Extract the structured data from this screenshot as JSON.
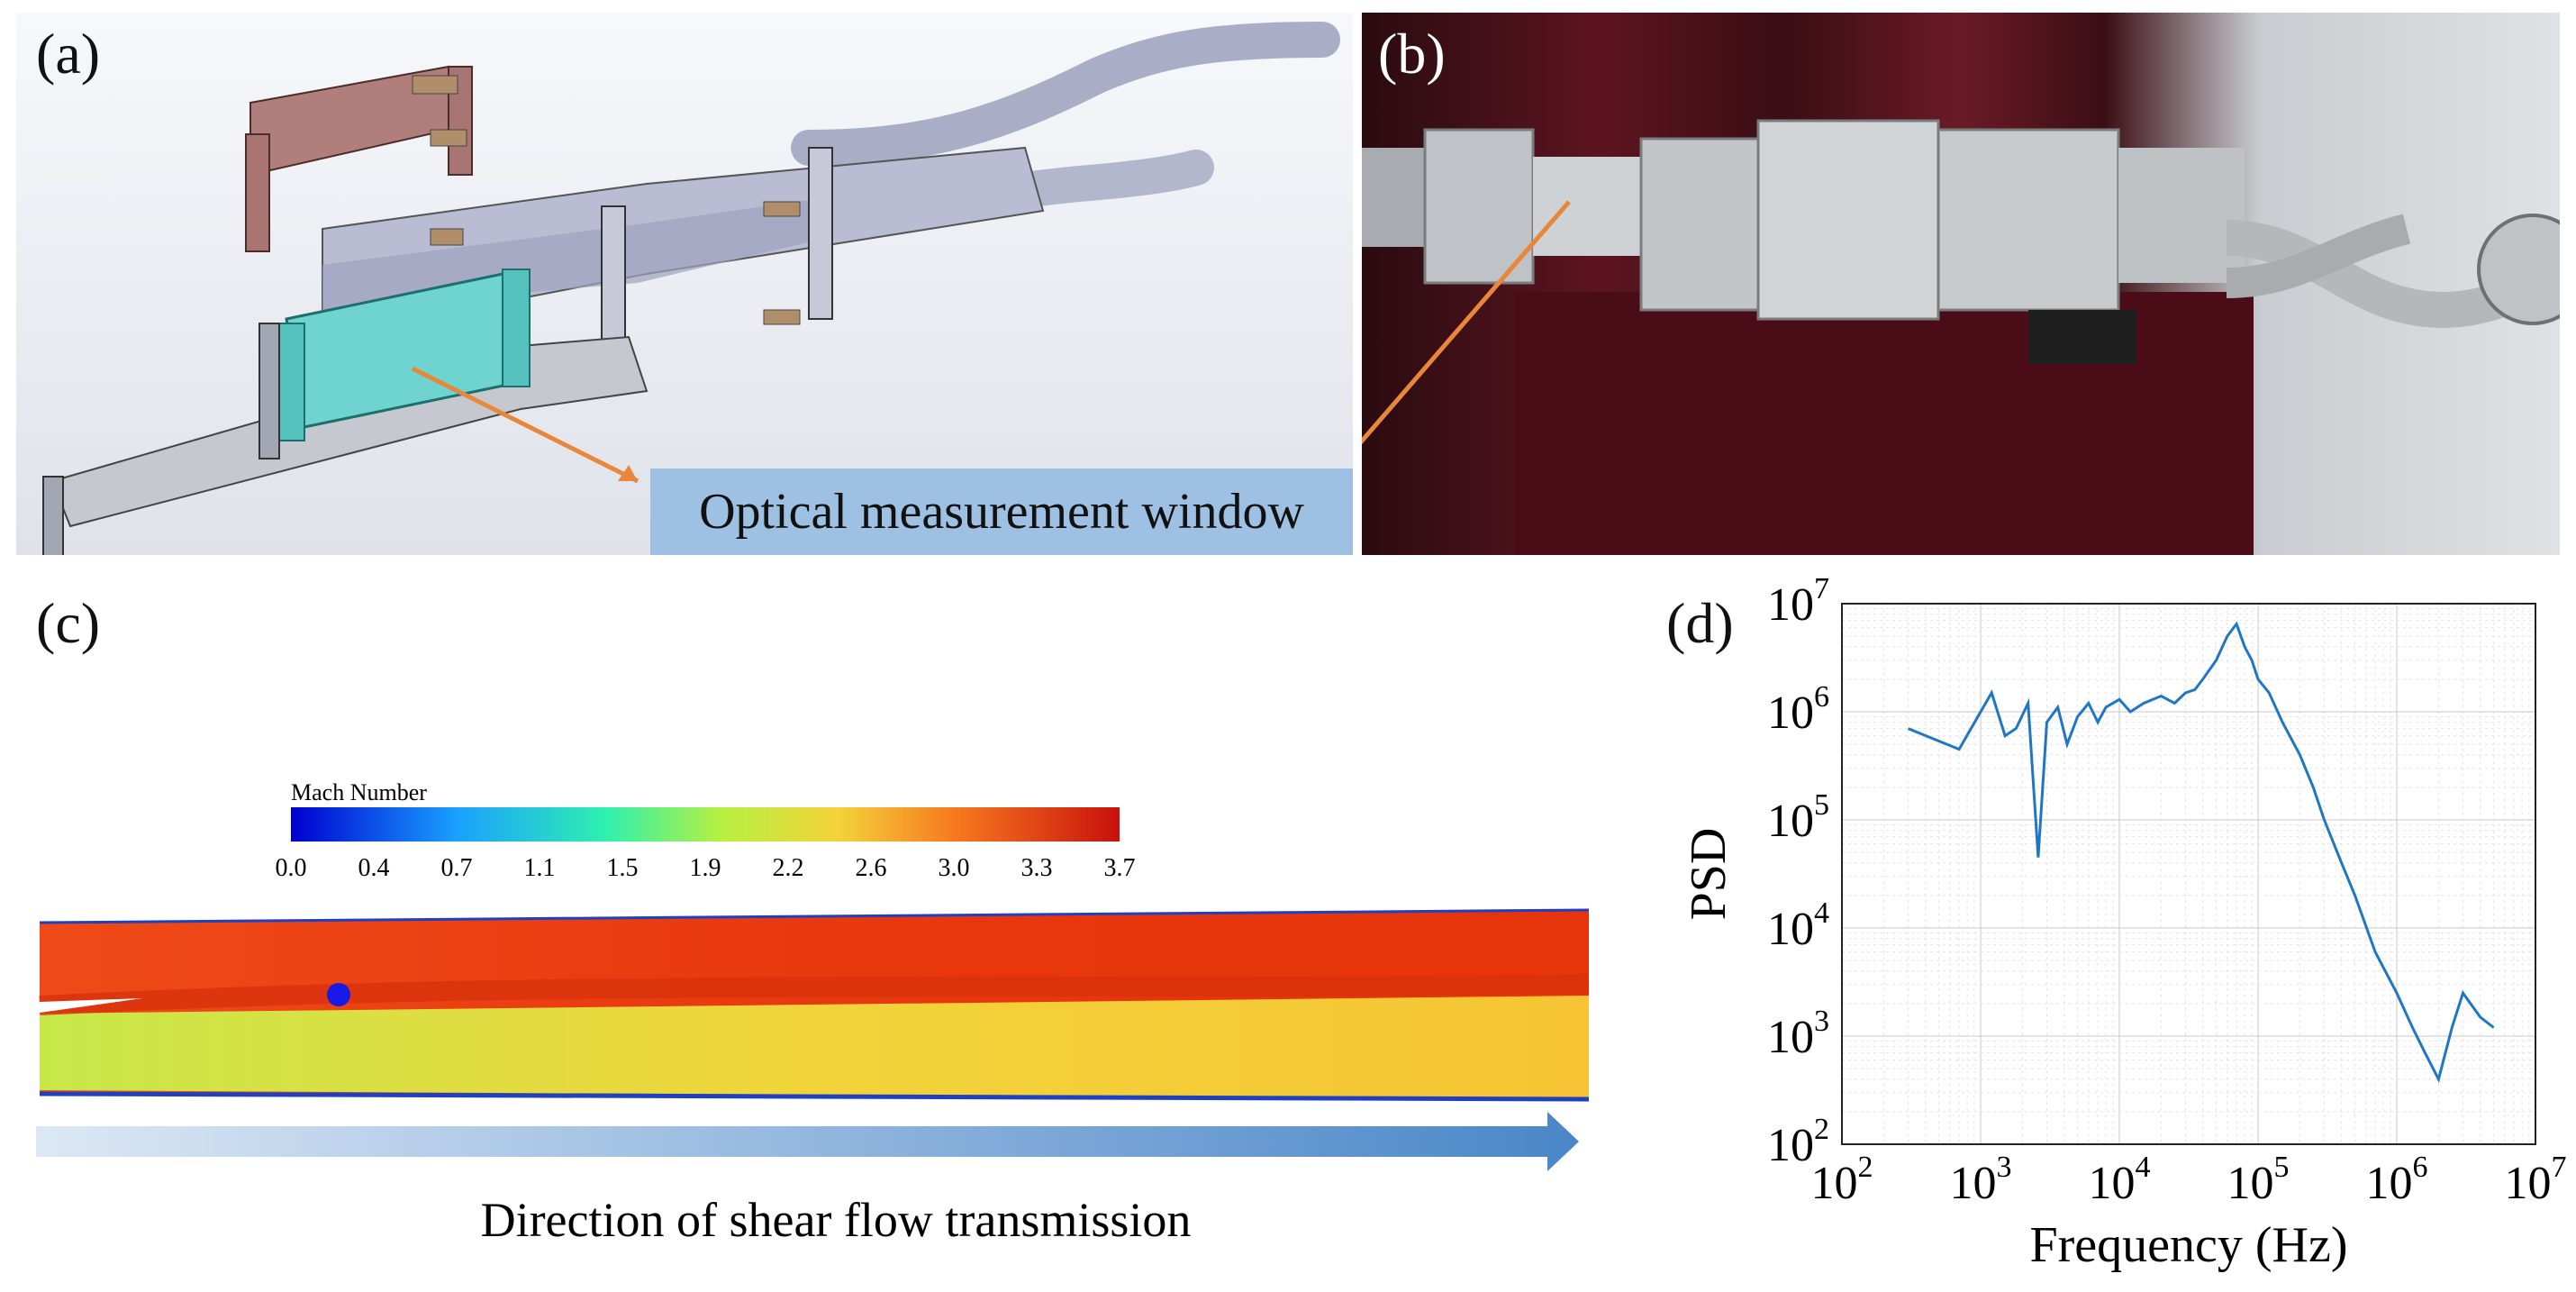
{
  "panels": {
    "a": {
      "label": "(a)"
    },
    "b": {
      "label": "(b)"
    },
    "c": {
      "label": "(c)"
    },
    "d": {
      "label": "(d)"
    }
  },
  "annotation": {
    "optical_window": "Optical measurement window",
    "arrow_color": "#e8863a",
    "box_color": "#9ec1e3"
  },
  "mach": {
    "title": "Mach Number",
    "ticks": [
      "0.0",
      "0.4",
      "0.7",
      "1.1",
      "1.5",
      "1.9",
      "2.2",
      "2.6",
      "3.0",
      "3.3",
      "3.7"
    ],
    "probe_color": "#1a1ae6"
  },
  "flow": {
    "caption": "Direction of shear flow transmission"
  },
  "chart_data": {
    "type": "line",
    "xlabel": "Frequency (Hz)",
    "ylabel": "PSD",
    "xscale": "log",
    "yscale": "log",
    "xlim": [
      100,
      10000000
    ],
    "ylim": [
      100,
      10000000
    ],
    "x_ticks": [
      "10",
      "10",
      "10",
      "10",
      "10",
      "10"
    ],
    "x_tick_exp": [
      "2",
      "3",
      "4",
      "5",
      "6",
      "7"
    ],
    "y_ticks": [
      "10",
      "10",
      "10",
      "10",
      "10",
      "10"
    ],
    "y_tick_exp": [
      "2",
      "3",
      "4",
      "5",
      "6",
      "7"
    ],
    "grid": true,
    "color": "#1f77c4",
    "series": [
      {
        "x": [
          300,
          700,
          1200,
          1500,
          1800,
          2200,
          2600,
          3000,
          3600,
          4200,
          5000,
          6000,
          7000,
          8000,
          10000,
          12000,
          15000,
          20000,
          25000,
          30000,
          35000,
          40000,
          50000,
          60000,
          70000,
          80000,
          90000,
          100000,
          120000,
          150000,
          200000,
          250000,
          300000,
          400000,
          500000,
          700000,
          1000000,
          1300000,
          1600000,
          2000000,
          2500000,
          3000000,
          4000000,
          5000000
        ],
        "y": [
          700000,
          450000,
          1500000,
          600000,
          700000,
          1200000,
          45000,
          800000,
          1100000,
          500000,
          900000,
          1200000,
          800000,
          1100000,
          1300000,
          1000000,
          1200000,
          1400000,
          1200000,
          1500000,
          1600000,
          2000000,
          3000000,
          5000000,
          6500000,
          4000000,
          3000000,
          2000000,
          1500000,
          800000,
          400000,
          200000,
          100000,
          40000,
          20000,
          6000,
          2500,
          1200,
          700,
          400,
          1200,
          2500,
          1500,
          1200
        ]
      }
    ]
  }
}
